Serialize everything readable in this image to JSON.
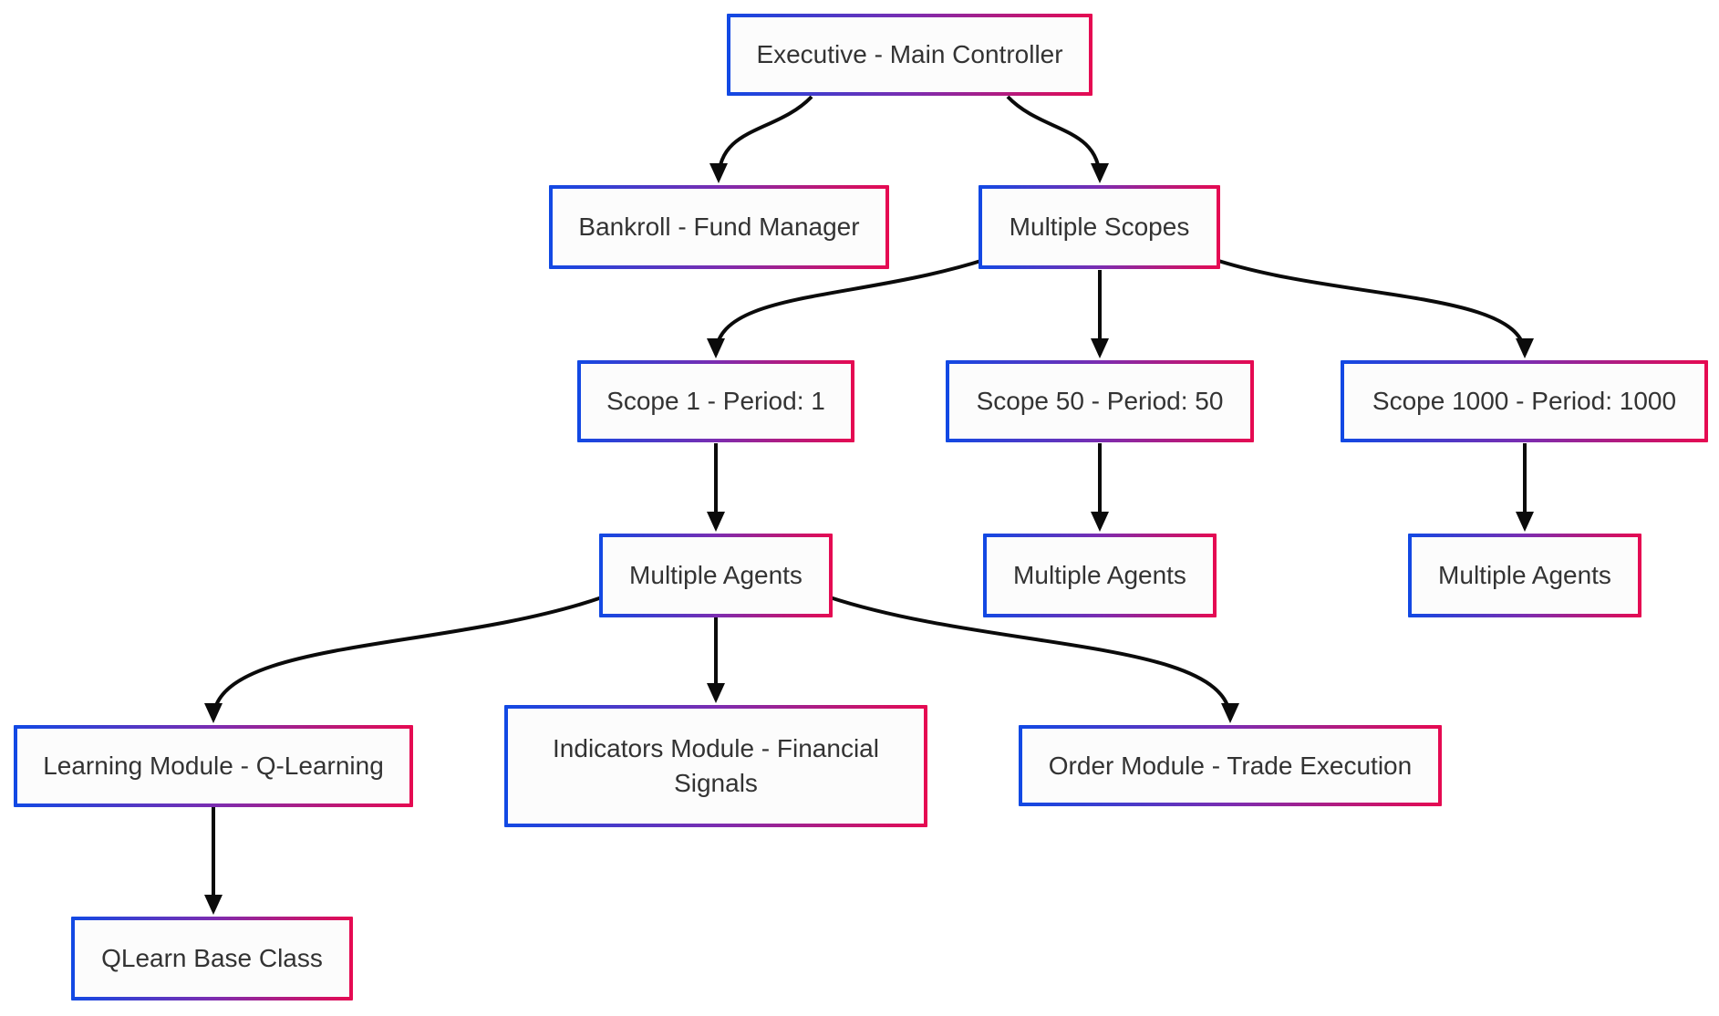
{
  "diagram": {
    "type": "flowchart",
    "direction": "top-down",
    "colors": {
      "border_gradient_start": "#1149e4",
      "border_gradient_mid": "#7b2db1",
      "border_gradient_end": "#e60a51",
      "node_fill": "#fcfcfc",
      "text": "#333333",
      "arrow": "#0b0b0b",
      "background": "#ffffff"
    },
    "nodes": [
      {
        "id": "executive",
        "label": "Executive - Main Controller"
      },
      {
        "id": "bankroll",
        "label": "Bankroll - Fund Manager"
      },
      {
        "id": "scopes",
        "label": "Multiple Scopes"
      },
      {
        "id": "scope1",
        "label": "Scope 1 - Period: 1"
      },
      {
        "id": "scope50",
        "label": "Scope 50 - Period: 50"
      },
      {
        "id": "scope1000",
        "label": "Scope 1000 - Period: 1000"
      },
      {
        "id": "agents1",
        "label": "Multiple Agents"
      },
      {
        "id": "agents2",
        "label": "Multiple Agents"
      },
      {
        "id": "agents3",
        "label": "Multiple Agents"
      },
      {
        "id": "learning",
        "label": "Learning Module - Q-Learning"
      },
      {
        "id": "indicators",
        "label": "Indicators Module - Financial Signals"
      },
      {
        "id": "order",
        "label": "Order Module - Trade Execution"
      },
      {
        "id": "qlearn",
        "label": "QLearn Base Class"
      }
    ],
    "edges": [
      {
        "from": "executive",
        "to": "bankroll"
      },
      {
        "from": "executive",
        "to": "scopes"
      },
      {
        "from": "scopes",
        "to": "scope1"
      },
      {
        "from": "scopes",
        "to": "scope50"
      },
      {
        "from": "scopes",
        "to": "scope1000"
      },
      {
        "from": "scope1",
        "to": "agents1"
      },
      {
        "from": "scope50",
        "to": "agents2"
      },
      {
        "from": "scope1000",
        "to": "agents3"
      },
      {
        "from": "agents1",
        "to": "learning"
      },
      {
        "from": "agents1",
        "to": "indicators"
      },
      {
        "from": "agents1",
        "to": "order"
      },
      {
        "from": "learning",
        "to": "qlearn"
      }
    ]
  }
}
